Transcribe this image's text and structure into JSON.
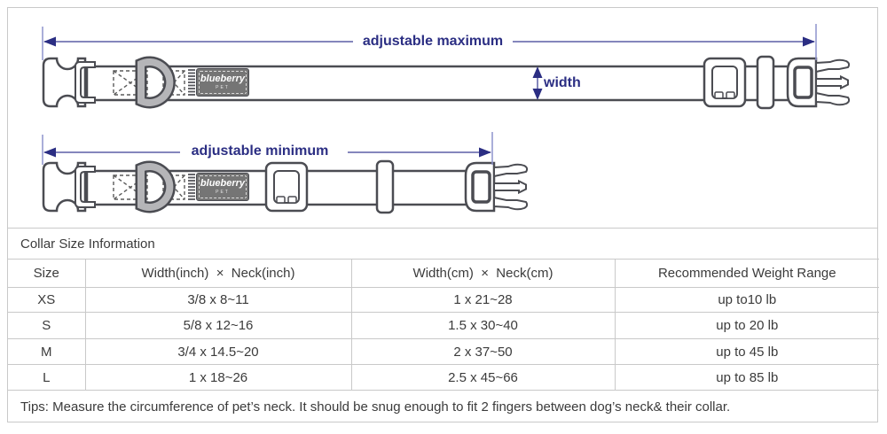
{
  "diagram": {
    "labels": {
      "adjustable_maximum": "adjustable maximum",
      "adjustable_minimum": "adjustable minimum",
      "width": "width"
    },
    "brand": {
      "name": "blueberry",
      "sub": "PET"
    },
    "colors": {
      "annotation_text": "#2b2e83",
      "dimension_line": "#5b5fa6",
      "extension_line": "#8d92cc",
      "collar_outline": "#4b4c52",
      "label_tag_bg": "#757575",
      "table_line": "#c9c9c9"
    }
  },
  "table": {
    "title": "Collar Size Information",
    "headers": [
      "Size",
      "Width(inch)  ×  Neck(inch)",
      "Width(cm)  ×  Neck(cm)",
      "Recommended Weight Range"
    ],
    "rows": [
      {
        "size": "XS",
        "inch": "3/8 x 8~11",
        "cm": "1 x 21~28",
        "weight": "up to10 lb"
      },
      {
        "size": "S",
        "inch": "5/8 x 12~16",
        "cm": "1.5 x 30~40",
        "weight": "up to 20 lb"
      },
      {
        "size": "M",
        "inch": "3/4 x 14.5~20",
        "cm": "2 x 37~50",
        "weight": "up to 45 lb"
      },
      {
        "size": "L",
        "inch": "1 x 18~26",
        "cm": "2.5 x 45~66",
        "weight": "up to 85 lb"
      }
    ],
    "tips": "Tips: Measure the circumference of pet’s neck. It should be snug enough to fit 2 fingers between dog’s neck& their collar."
  }
}
